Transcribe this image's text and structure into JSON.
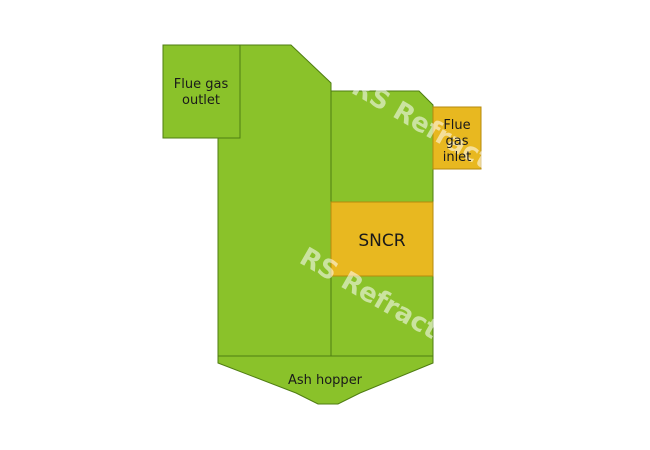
{
  "colors": {
    "green": "#8ac22a",
    "green_stroke": "#4f7d12",
    "yellow": "#e8b820",
    "yellow_stroke": "#b68a0c"
  },
  "labels": {
    "flue_gas_outlet_line1": "Flue gas",
    "flue_gas_outlet_line2": "outlet",
    "flue_gas_inlet_line1": "Flue",
    "flue_gas_inlet_line2": "gas",
    "flue_gas_inlet_line3": "inlet",
    "sncr": "SNCR",
    "ash_hopper": "Ash hopper"
  },
  "watermark": {
    "text": "RS Refractory"
  }
}
